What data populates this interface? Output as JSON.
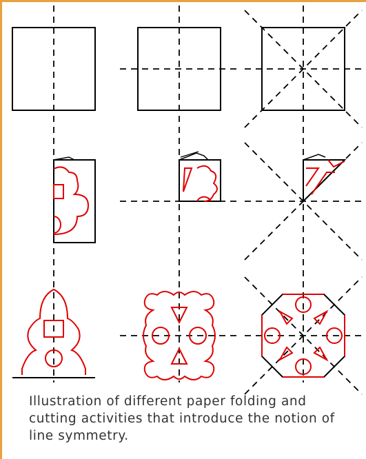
{
  "caption": "Illustration of different paper folding and cutting activities that introduce the notion of line symmetry.",
  "colors": {
    "frame": "#e8a040",
    "fold_line": "#000000",
    "cut_line": "#e00000",
    "caption_text": "#333333"
  },
  "grid": {
    "rows": [
      "unfolded square with fold lines",
      "folded paper with cut pattern",
      "unfolded result after cutting"
    ],
    "columns": [
      "one fold line",
      "two fold lines",
      "four fold lines"
    ]
  }
}
